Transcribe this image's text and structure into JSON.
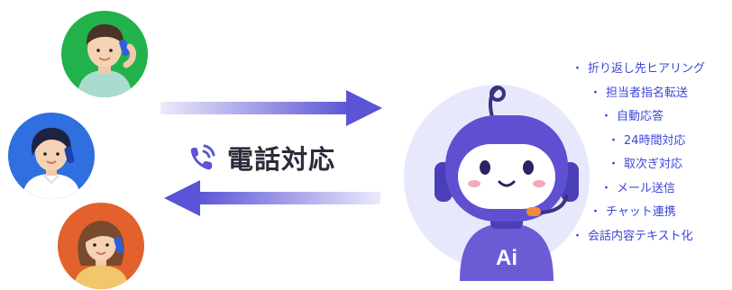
{
  "label": {
    "text": "電話対応"
  },
  "features": [
    {
      "text": "折り返し先ヒアリング",
      "indent": 34
    },
    {
      "text": "担当者指名転送",
      "indent": 54
    },
    {
      "text": "自動応答",
      "indent": 66
    },
    {
      "text": "24時間対応",
      "indent": 74
    },
    {
      "text": "取次ぎ対応",
      "indent": 74
    },
    {
      "text": "メール送信",
      "indent": 66
    },
    {
      "text": "チャット連携",
      "indent": 54
    },
    {
      "text": "会話内容テキスト化",
      "indent": 34
    }
  ],
  "robot": {
    "badge": "Ai"
  },
  "colors": {
    "arrow": "#5b54d6",
    "feature_text": "#3a46d6",
    "robot_circle": "#e7e8fb",
    "avatar_green": "#22b24c",
    "avatar_blue": "#2f6fe0",
    "avatar_orange": "#e2612c"
  },
  "icons": [
    "phone-ringing-icon"
  ]
}
